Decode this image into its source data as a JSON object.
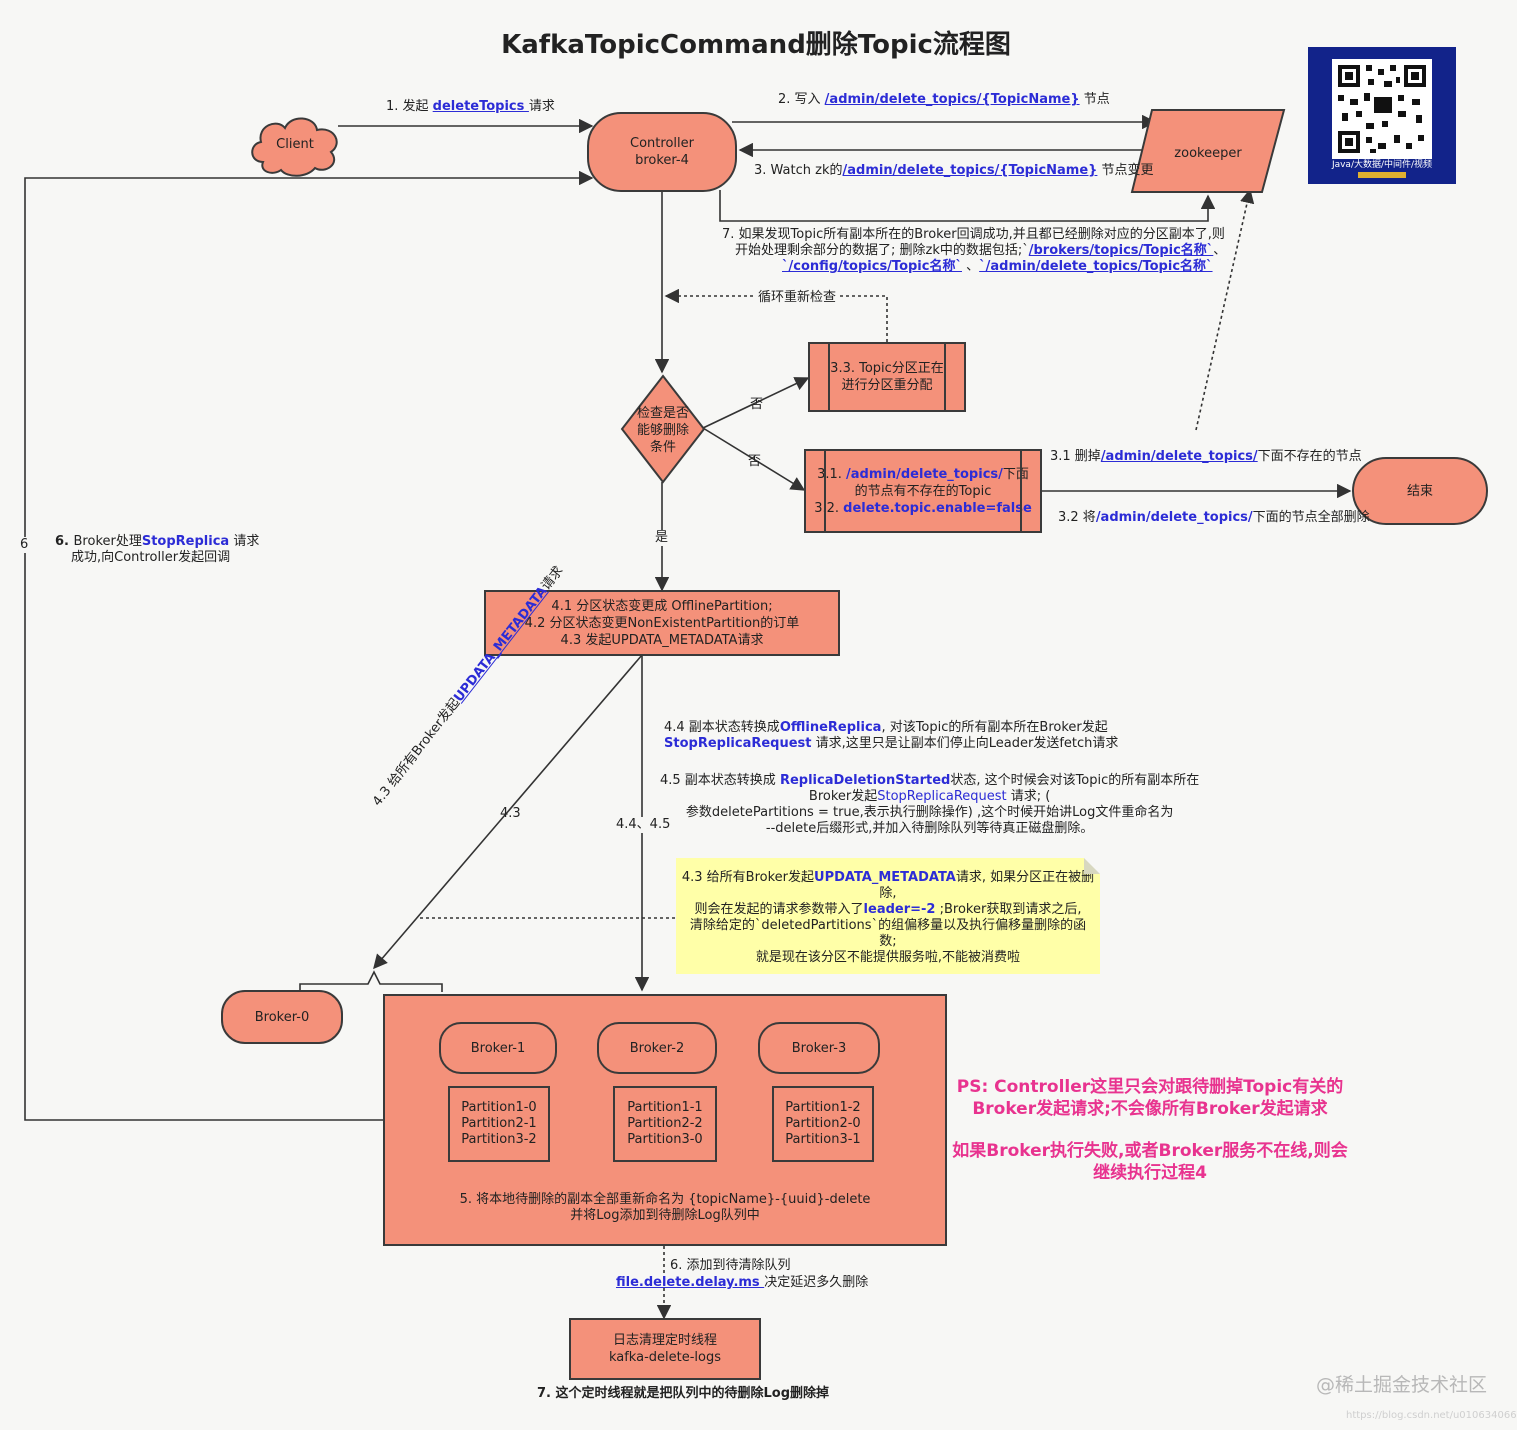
{
  "title": "KafkaTopicCommand删除Topic流程图",
  "nodes": {
    "client": "Client",
    "controller": [
      "Controller",
      "broker-4"
    ],
    "zookeeper": "zookeeper",
    "check": [
      "检查是否",
      "能够删除",
      "条件"
    ],
    "reassign": [
      "3.3. Topic分区正在",
      "进行分区重分配"
    ],
    "noexist": {
      "l1a": "3.1. ",
      "l1b": "/admin/delete_topics/",
      "l1c": "下面",
      "l2": "的节点有不存在的Topic",
      "l3a": "3.2. ",
      "l3b": "delete.topic.enable=false"
    },
    "end": "结束",
    "offline": [
      "4.1 分区状态变更成 OfflinePartition;",
      "4.2 分区状态变更NonExistentPartition的订单",
      "4.3 发起UPDATA_METADATA请求"
    ],
    "broker0": "Broker-0",
    "broker1": "Broker-1",
    "broker2": "Broker-2",
    "broker3": "Broker-3",
    "parts1": [
      "Partition1-0",
      "Partition2-1",
      "Partition3-2"
    ],
    "parts2": [
      "Partition1-1",
      "Partition2-2",
      "Partition3-0"
    ],
    "parts3": [
      "Partition1-2",
      "Partition2-0",
      "Partition3-1"
    ],
    "rename": [
      "5. 将本地待删除的副本全部重新命名为 {topicName}-{uuid}-delete",
      "并将Log添加到待删除Log队列中"
    ],
    "cleaner": [
      "日志清理定时线程",
      "kafka-delete-logs"
    ]
  },
  "labels": {
    "step1a": "1. 发起 ",
    "step1b": "deleteTopics ",
    "step1c": "请求",
    "step2a": "2. 写入 ",
    "step2b": "/admin/delete_topics/{TopicName}",
    "step2c": " 节点",
    "step3a": "3. Watch zk的",
    "step3b": "/admin/delete_topics/{TopicName}",
    "step3c": " 节点变更",
    "step7_l1": "7. 如果发现Topic所有副本所在的Broker回调成功,并且都已经删除对应的分区副本了,则",
    "step7_l2a": "开始处理剩余部分的数据了; 删除zk中的数据包括;`",
    "step7_l2b": "/brokers/topics/Topic名称`",
    "step7_l2c": "、",
    "step7_l3a": "`/config/topics/Topic名称`",
    "step7_l3b": " 、",
    "step7_l3c": "`/admin/delete_topics/Topic名称`",
    "loop": "循环重新检查",
    "no1": "否",
    "no2": "否",
    "yes": "是",
    "s31a": "3.1 删掉",
    "s31b": "/admin/delete_topics/",
    "s31c": "下面不存在的节点",
    "s32a": "3.2 将",
    "s32b": "/admin/delete_topics/",
    "s32c": "下面的节点全部删除",
    "six": "6",
    "step6_l1a": "6. ",
    "step6_l1b": "Broker处理",
    "step6_l1c": "StopReplica",
    "step6_l1d": " 请求",
    "step6_l2": "成功,向Controller发起回调",
    "diag_a": "4.3 给所有Broker发起",
    "diag_b": "UPDATA_METADATA",
    "diag_c": "请求",
    "n43": "4.3",
    "n4445": "4.4、4.5",
    "s44_l1a": "4.4 副本状态转换成",
    "s44_l1b": "OfflineReplica",
    "s44_l1c": ", 对该Topic的所有副本所在Broker发起",
    "s44_l2a": "StopReplicaRequest",
    "s44_l2b": " 请求,这里只是让副本们停止向Leader发送fetch请求",
    "s45_l1a": "4.5 副本状态转换成 ",
    "s45_l1b": "ReplicaDeletionStarted",
    "s45_l1c": "状态, 这个时候会对该Topic的所有副本所在",
    "s45_l2a": "Broker发起",
    "s45_l2b": "StopReplicaRequest",
    "s45_l2c": " 请求; (",
    "s45_l3": "参数deletePartitions = true,表示执行删除操作) ,这个时候开始讲Log文件重命名为",
    "s45_l4": "--delete后缀形式,并加入待删除队列等待真正磁盘删除。",
    "note_l1a": "4.3 给所有Broker发起",
    "note_l1b": "UPDATA_METADATA",
    "note_l1c": "请求, 如果分区正在被删",
    "note_l2": "除,",
    "note_l3a": "则会在发起的请求参数带入了",
    "note_l3b": "leader=-2",
    "note_l3c": " ;Broker获取到请求之后,",
    "note_l4": "清除给定的`deletedPartitions`的组偏移量以及执行偏移量删除的函",
    "note_l5": "数;",
    "note_l6": "就是现在该分区不能提供服务啦,不能被消费啦",
    "ps_l1": "PS: Controller这里只会对跟待删掉Topic有关的",
    "ps_l2": "Broker发起请求;不会像所有Broker发起请求",
    "ps_l3": "如果Broker执行失败,或者Broker服务不在线,则会",
    "ps_l4": "继续执行过程4",
    "s6a": "6. 添加到待清除队列",
    "s6b": "file.delete.delay.ms ",
    "s6c": "决定延迟多久删除",
    "s7": "7. 这个定时线程就是把队列中的待删除Log删除掉",
    "qr_caption": "Java/大数据/中间件/视频",
    "watermark": "@稀土掘金技术社区",
    "url": "https://blog.csdn.net/u010634066"
  },
  "colors": {
    "node": "#f4917a",
    "blue": "#2c2cd6",
    "ps": "#e8338f",
    "note": "#ffffa8",
    "qr": "#12238a"
  }
}
